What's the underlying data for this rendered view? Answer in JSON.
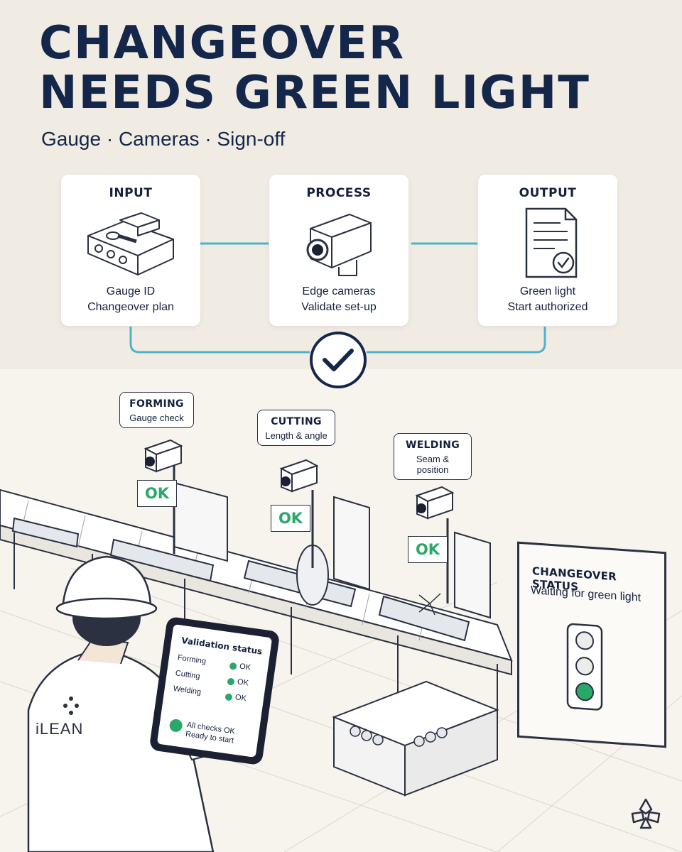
{
  "header": {
    "title_line1": "CHANGEOVER",
    "title_line2": "NEEDS GREEN LIGHT",
    "subtitle": "Gauge · Cameras · Sign-off"
  },
  "flow": [
    {
      "heading": "INPUT",
      "line1": "Gauge ID",
      "line2": "Changeover plan",
      "icon": "gauge-block-icon"
    },
    {
      "heading": "PROCESS",
      "line1": "Edge cameras",
      "line2": "Validate set-up",
      "icon": "camera-icon"
    },
    {
      "heading": "OUTPUT",
      "line1": "Green light",
      "line2": "Start authorized",
      "icon": "document-check-icon"
    }
  ],
  "stations": [
    {
      "heading": "FORMING",
      "sub": "Gauge check",
      "ok": "OK"
    },
    {
      "heading": "CUTTING",
      "sub": "Length & angle",
      "ok": "OK"
    },
    {
      "heading": "WELDING",
      "sub": "Seam & position",
      "ok": "OK"
    }
  ],
  "status_board": {
    "title": "CHANGEOVER STATUS",
    "subtitle": "Waiting for green light",
    "lights": [
      "off",
      "off",
      "green"
    ]
  },
  "tablet": {
    "title": "Validation status",
    "rows": [
      {
        "label": "Forming",
        "value": "OK"
      },
      {
        "label": "Cutting",
        "value": "OK"
      },
      {
        "label": "Welding",
        "value": "OK"
      }
    ],
    "summary_line1": "All checks OK",
    "summary_line2": "Ready to start"
  },
  "worker": {
    "vest_text": "iLEAN"
  },
  "colors": {
    "navy": "#15264b",
    "teal": "#4fb3c8",
    "green": "#2aa86a",
    "line": "#2b3140"
  }
}
